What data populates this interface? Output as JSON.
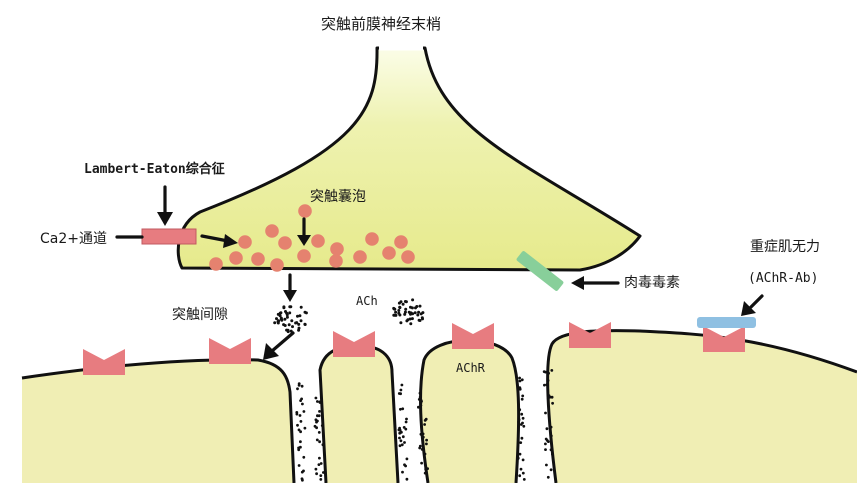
{
  "labels": {
    "presynaptic_terminal": "突触前膜神经末梢",
    "lambert_eaton": "Lambert-Eaton综合征",
    "synaptic_vesicle": "突触囊泡",
    "ca_channel": "Ca2+通道",
    "synaptic_cleft": "突触间隙",
    "ach": "ACh",
    "achr": "AChR",
    "botulinum_toxin": "肉毒毒素",
    "myasthenia_gravis": "重症肌无力",
    "achr_ab": "(AChR-Ab)"
  },
  "colors": {
    "terminal_fill": "#e6ea8c",
    "terminal_fill_light": "#fbfde8",
    "muscle_fill": "#f0eeb4",
    "receptor": "#e77c80",
    "vesicle": "#e5826f",
    "channel": "#e77c80",
    "toxin": "#88cf9a",
    "antibody": "#8fc0e2",
    "outline": "#111111"
  }
}
